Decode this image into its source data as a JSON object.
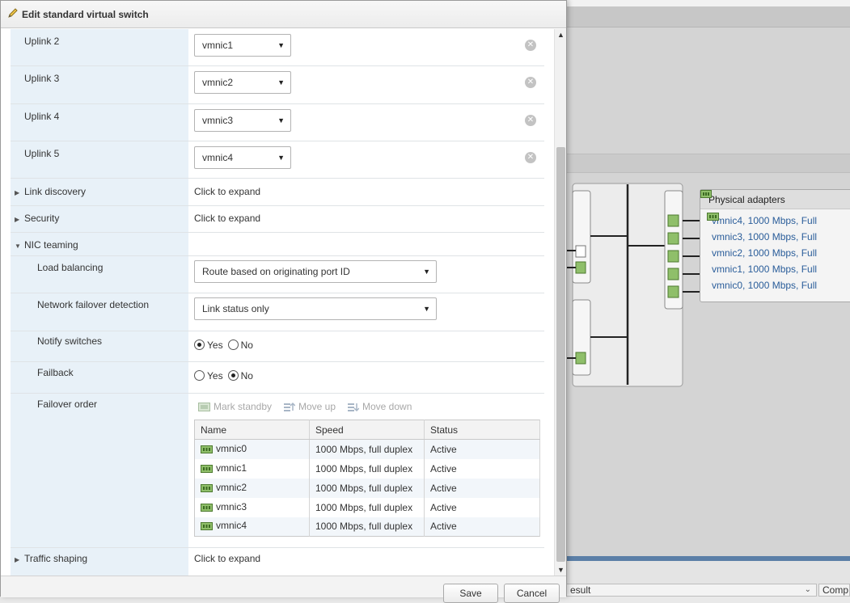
{
  "dialog": {
    "title": "Edit standard virtual switch",
    "save_label": "Save",
    "cancel_label": "Cancel"
  },
  "uplinks": [
    {
      "label": "Uplink 2",
      "value": "vmnic1"
    },
    {
      "label": "Uplink 3",
      "value": "vmnic2"
    },
    {
      "label": "Uplink 4",
      "value": "vmnic3"
    },
    {
      "label": "Uplink 5",
      "value": "vmnic4"
    }
  ],
  "sections": {
    "link_discovery": {
      "label": "Link discovery",
      "value": "Click to expand"
    },
    "security": {
      "label": "Security",
      "value": "Click to expand"
    },
    "nic_teaming": {
      "label": "NIC teaming"
    },
    "traffic_shaping": {
      "label": "Traffic shaping",
      "value": "Click to expand"
    }
  },
  "nic_teaming": {
    "load_balancing": {
      "label": "Load balancing",
      "value": "Route based on originating port ID"
    },
    "failover_detection": {
      "label": "Network failover detection",
      "value": "Link status only"
    },
    "notify_switches": {
      "label": "Notify switches",
      "yes": "Yes",
      "no": "No",
      "selected": "Yes"
    },
    "failback": {
      "label": "Failback",
      "yes": "Yes",
      "no": "No",
      "selected": "No"
    },
    "failover_order": {
      "label": "Failover order",
      "toolbar": {
        "mark_standby": "Mark standby",
        "move_up": "Move up",
        "move_down": "Move down"
      },
      "columns": [
        "Name",
        "Speed",
        "Status"
      ],
      "rows": [
        {
          "name": "vmnic0",
          "speed": "1000 Mbps, full duplex",
          "status": "Active"
        },
        {
          "name": "vmnic1",
          "speed": "1000 Mbps, full duplex",
          "status": "Active"
        },
        {
          "name": "vmnic2",
          "speed": "1000 Mbps, full duplex",
          "status": "Active"
        },
        {
          "name": "vmnic3",
          "speed": "1000 Mbps, full duplex",
          "status": "Active"
        },
        {
          "name": "vmnic4",
          "speed": "1000 Mbps, full duplex",
          "status": "Active"
        }
      ]
    }
  },
  "background": {
    "physical_adapters": {
      "title": "Physical adapters",
      "items": [
        "vmnic4, 1000 Mbps, Full",
        "vmnic3, 1000 Mbps, Full",
        "vmnic2, 1000 Mbps, Full",
        "vmnic1, 1000 Mbps, Full",
        "vmnic0, 1000 Mbps, Full"
      ]
    },
    "result_label": "esult",
    "comp_label": "Comp"
  },
  "colors": {
    "label_column": "#e8f1f8",
    "link_text": "#2a5d9a",
    "nic_green": "#8fbf6a"
  },
  "icons": [
    "pencil-icon",
    "nic-icon",
    "close-circle-icon",
    "dropdown-arrow-icon",
    "expand-triangle-icon",
    "collapse-triangle-icon",
    "mark-standby-icon",
    "move-up-icon",
    "move-down-icon"
  ]
}
